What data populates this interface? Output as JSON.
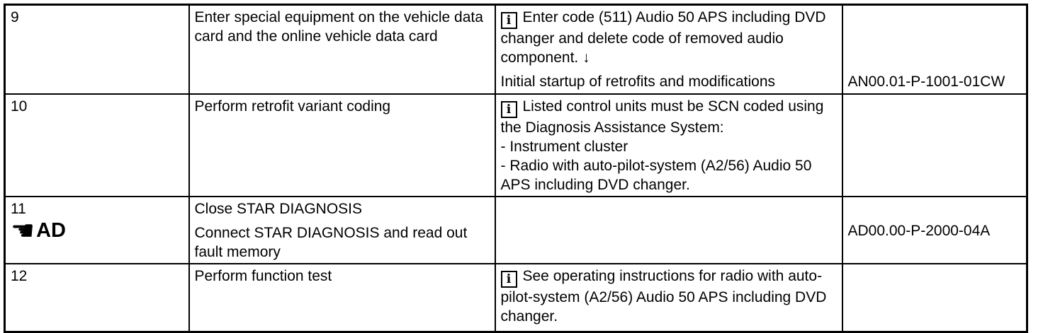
{
  "icons": {
    "info_glyph": "i",
    "pointing_hand_glyph": "☚"
  },
  "rows": [
    {
      "step": "9",
      "task": "Enter special equipment on the vehicle data card and the online vehicle data card",
      "note_intro": "Enter code (511) Audio 50 APS including DVD changer and delete code of removed audio component.  ↓",
      "note_footer": "Initial startup of retrofits and modifications",
      "doc": "AN00.01-P-1001-01CW"
    },
    {
      "step": "10",
      "task": "Perform retrofit variant coding",
      "note_intro": "Listed control units must be SCN coded using the Diagnosis Assistance System:",
      "note_line1": "- Instrument cluster",
      "note_line2": "- Radio with auto-pilot-system (A2/56) Audio 50 APS including DVD changer."
    },
    {
      "step": "11",
      "step_icon_label": "AD",
      "task1": "Close STAR DIAGNOSIS",
      "task2": "Connect STAR DIAGNOSIS and read out fault memory",
      "doc": "AD00.00-P-2000-04A"
    },
    {
      "step": "12",
      "task": "Perform function test",
      "note_intro": "See operating instructions for radio with auto-pilot-system (A2/56) Audio 50 APS including DVD changer."
    }
  ]
}
